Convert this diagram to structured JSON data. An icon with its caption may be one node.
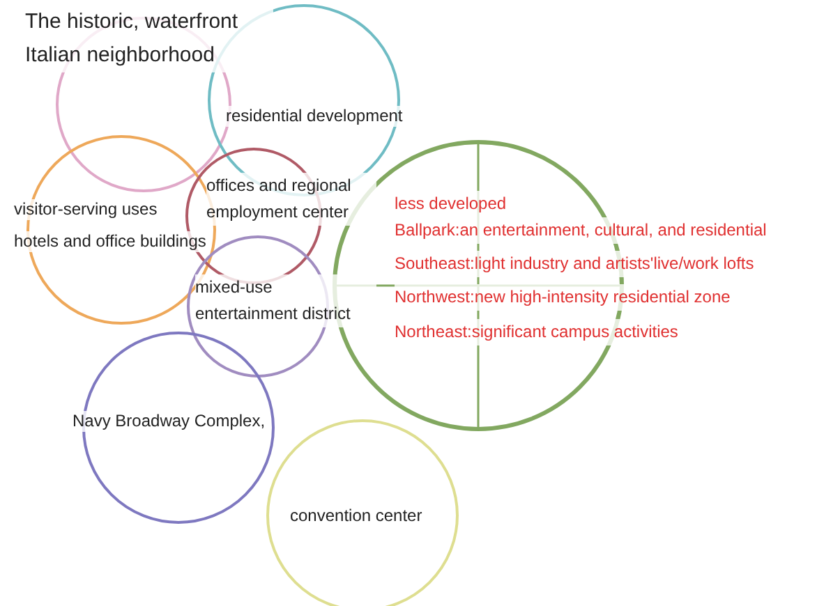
{
  "diagram": {
    "nodes": [
      {
        "text": [
          "The historic, waterfront Italian neighborhood"
        ]
      },
      {
        "text": [
          "residential development"
        ]
      },
      {
        "text": [
          "visitor-serving uses",
          "hotels and office buildings"
        ]
      },
      {
        "text": [
          "offices and  regional employment center"
        ]
      },
      {
        "text": [
          "mixed-use entertainment district"
        ]
      },
      {
        "text": [
          "less developed",
          "Ballpark:an entertainment, cultural, and residential",
          "Southeast:light industry and artists'live/work lofts",
          "Northwest:new high-intensity residential zone",
          "Northeast:significant campus activities"
        ]
      },
      {
        "text": [
          "Navy Broadway Complex,"
        ]
      },
      {
        "text": [
          "convention center"
        ]
      }
    ]
  }
}
